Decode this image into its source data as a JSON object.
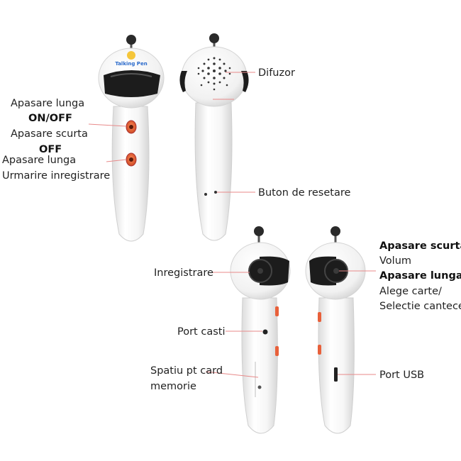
{
  "labels": {
    "apasare_lunga_1": "Apasare lunga",
    "on_off": "ON/OFF",
    "apasare_scurta_1": "Apasare scurta",
    "off": "OFF",
    "apasare_lunga_2": "Apasare lunga",
    "urmarire": "Urmarire inregistrare",
    "difuzor": "Difuzor",
    "buton_resetare": "Buton de resetare",
    "inregistrare": "Inregistrare",
    "port_casti": "Port casti",
    "spatiu_card_1": "Spatiu pt card",
    "spatiu_card_2": "memorie",
    "apasare_scurta_2": "Apasare scurta",
    "volum": "Volum",
    "apasare_lunga_3": "Apasare lunga",
    "alege_carte": "Alege carte/",
    "selectie": "Selectie cantece",
    "port_usb": "Port USB",
    "logo_text": "Talking Pen"
  },
  "colors": {
    "body": "#f4f4f4",
    "visor": "#1c1c1c",
    "button": "#e8603a",
    "line": "#e88a8a"
  }
}
